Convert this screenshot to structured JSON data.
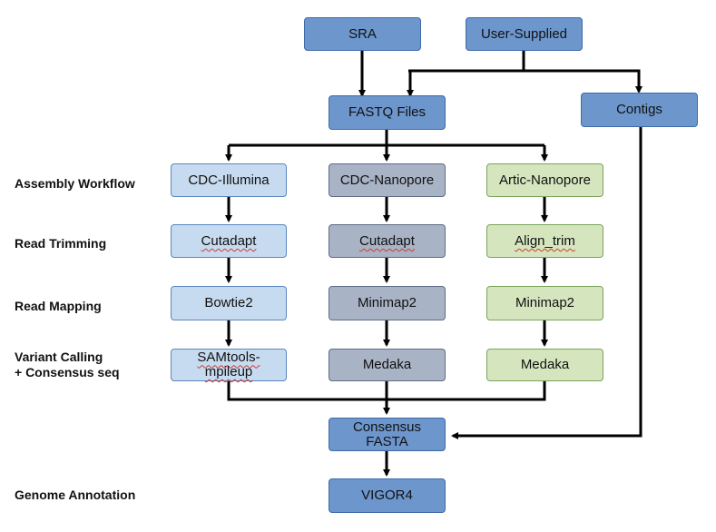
{
  "row_labels": {
    "assembly": "Assembly Workflow",
    "trimming": "Read Trimming",
    "mapping": "Read Mapping",
    "variant_1": "Variant Calling",
    "variant_2": "+ Consensus seq",
    "annotation": "Genome Annotation"
  },
  "sources": {
    "sra": "SRA",
    "user": "User-Supplied"
  },
  "fastq": "FASTQ Files",
  "contigs": "Contigs",
  "illumina": {
    "workflow": "CDC-Illumina",
    "trim": "Cutadapt",
    "map": "Bowtie2",
    "variant_1": "SAMtools-",
    "variant_2": "mpileup"
  },
  "nanopore": {
    "workflow": "CDC-Nanopore",
    "trim": "Cutadapt",
    "map": "Minimap2",
    "variant": "Medaka"
  },
  "artic": {
    "workflow": "Artic-Nanopore",
    "trim": "Align_trim",
    "map": "Minimap2",
    "variant": "Medaka"
  },
  "consensus": {
    "line1": "Consensus",
    "line2": "FASTA"
  },
  "vigor": "VIGOR4",
  "colors": {
    "primary": "#6c96cc",
    "illumina": "#c7dbf0",
    "nanopore": "#a9b3c6",
    "artic": "#d5e6bf",
    "arrow": "#000000",
    "squiggle": "#d23a2e"
  }
}
